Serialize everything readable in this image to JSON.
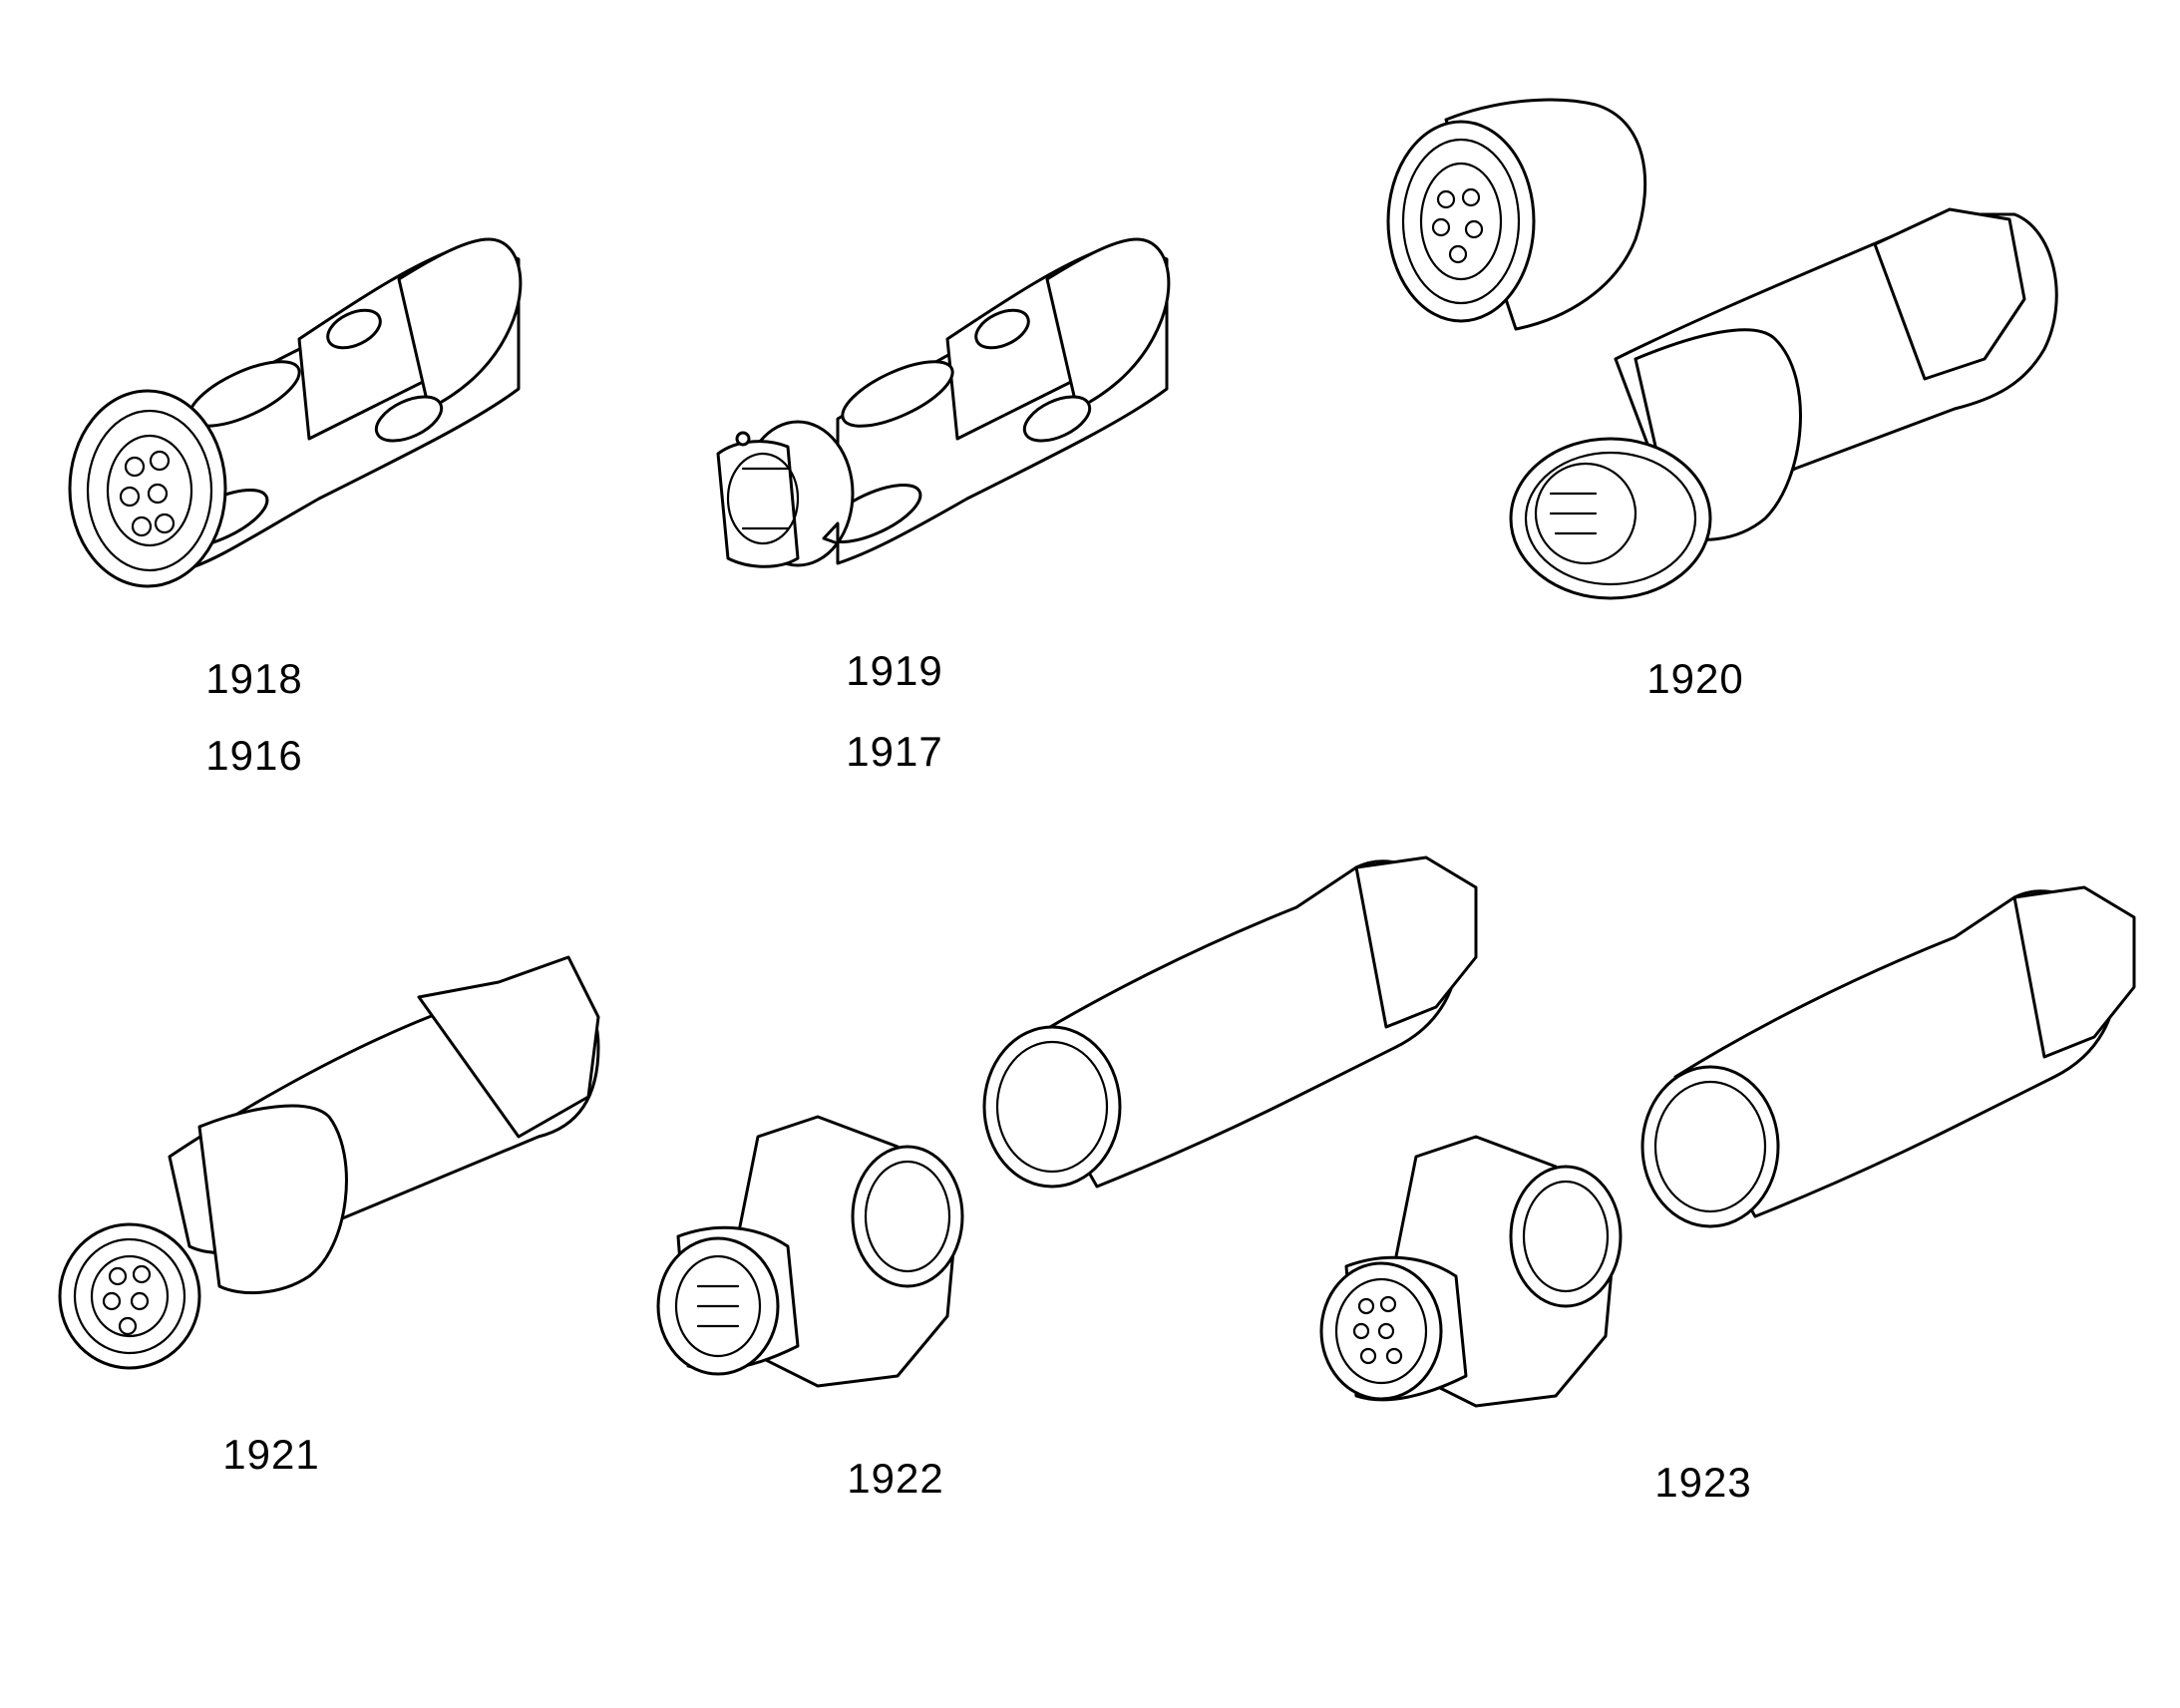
{
  "connectors": [
    {
      "id": "c1918",
      "labels": [
        "1918",
        "1916"
      ]
    },
    {
      "id": "c1919",
      "labels": [
        "1919",
        "1917"
      ]
    },
    {
      "id": "c1920",
      "labels": [
        "1920"
      ]
    },
    {
      "id": "c1921",
      "labels": [
        "1921"
      ]
    },
    {
      "id": "c1922",
      "labels": [
        "1922"
      ]
    },
    {
      "id": "c1923",
      "labels": [
        "1923"
      ]
    }
  ]
}
